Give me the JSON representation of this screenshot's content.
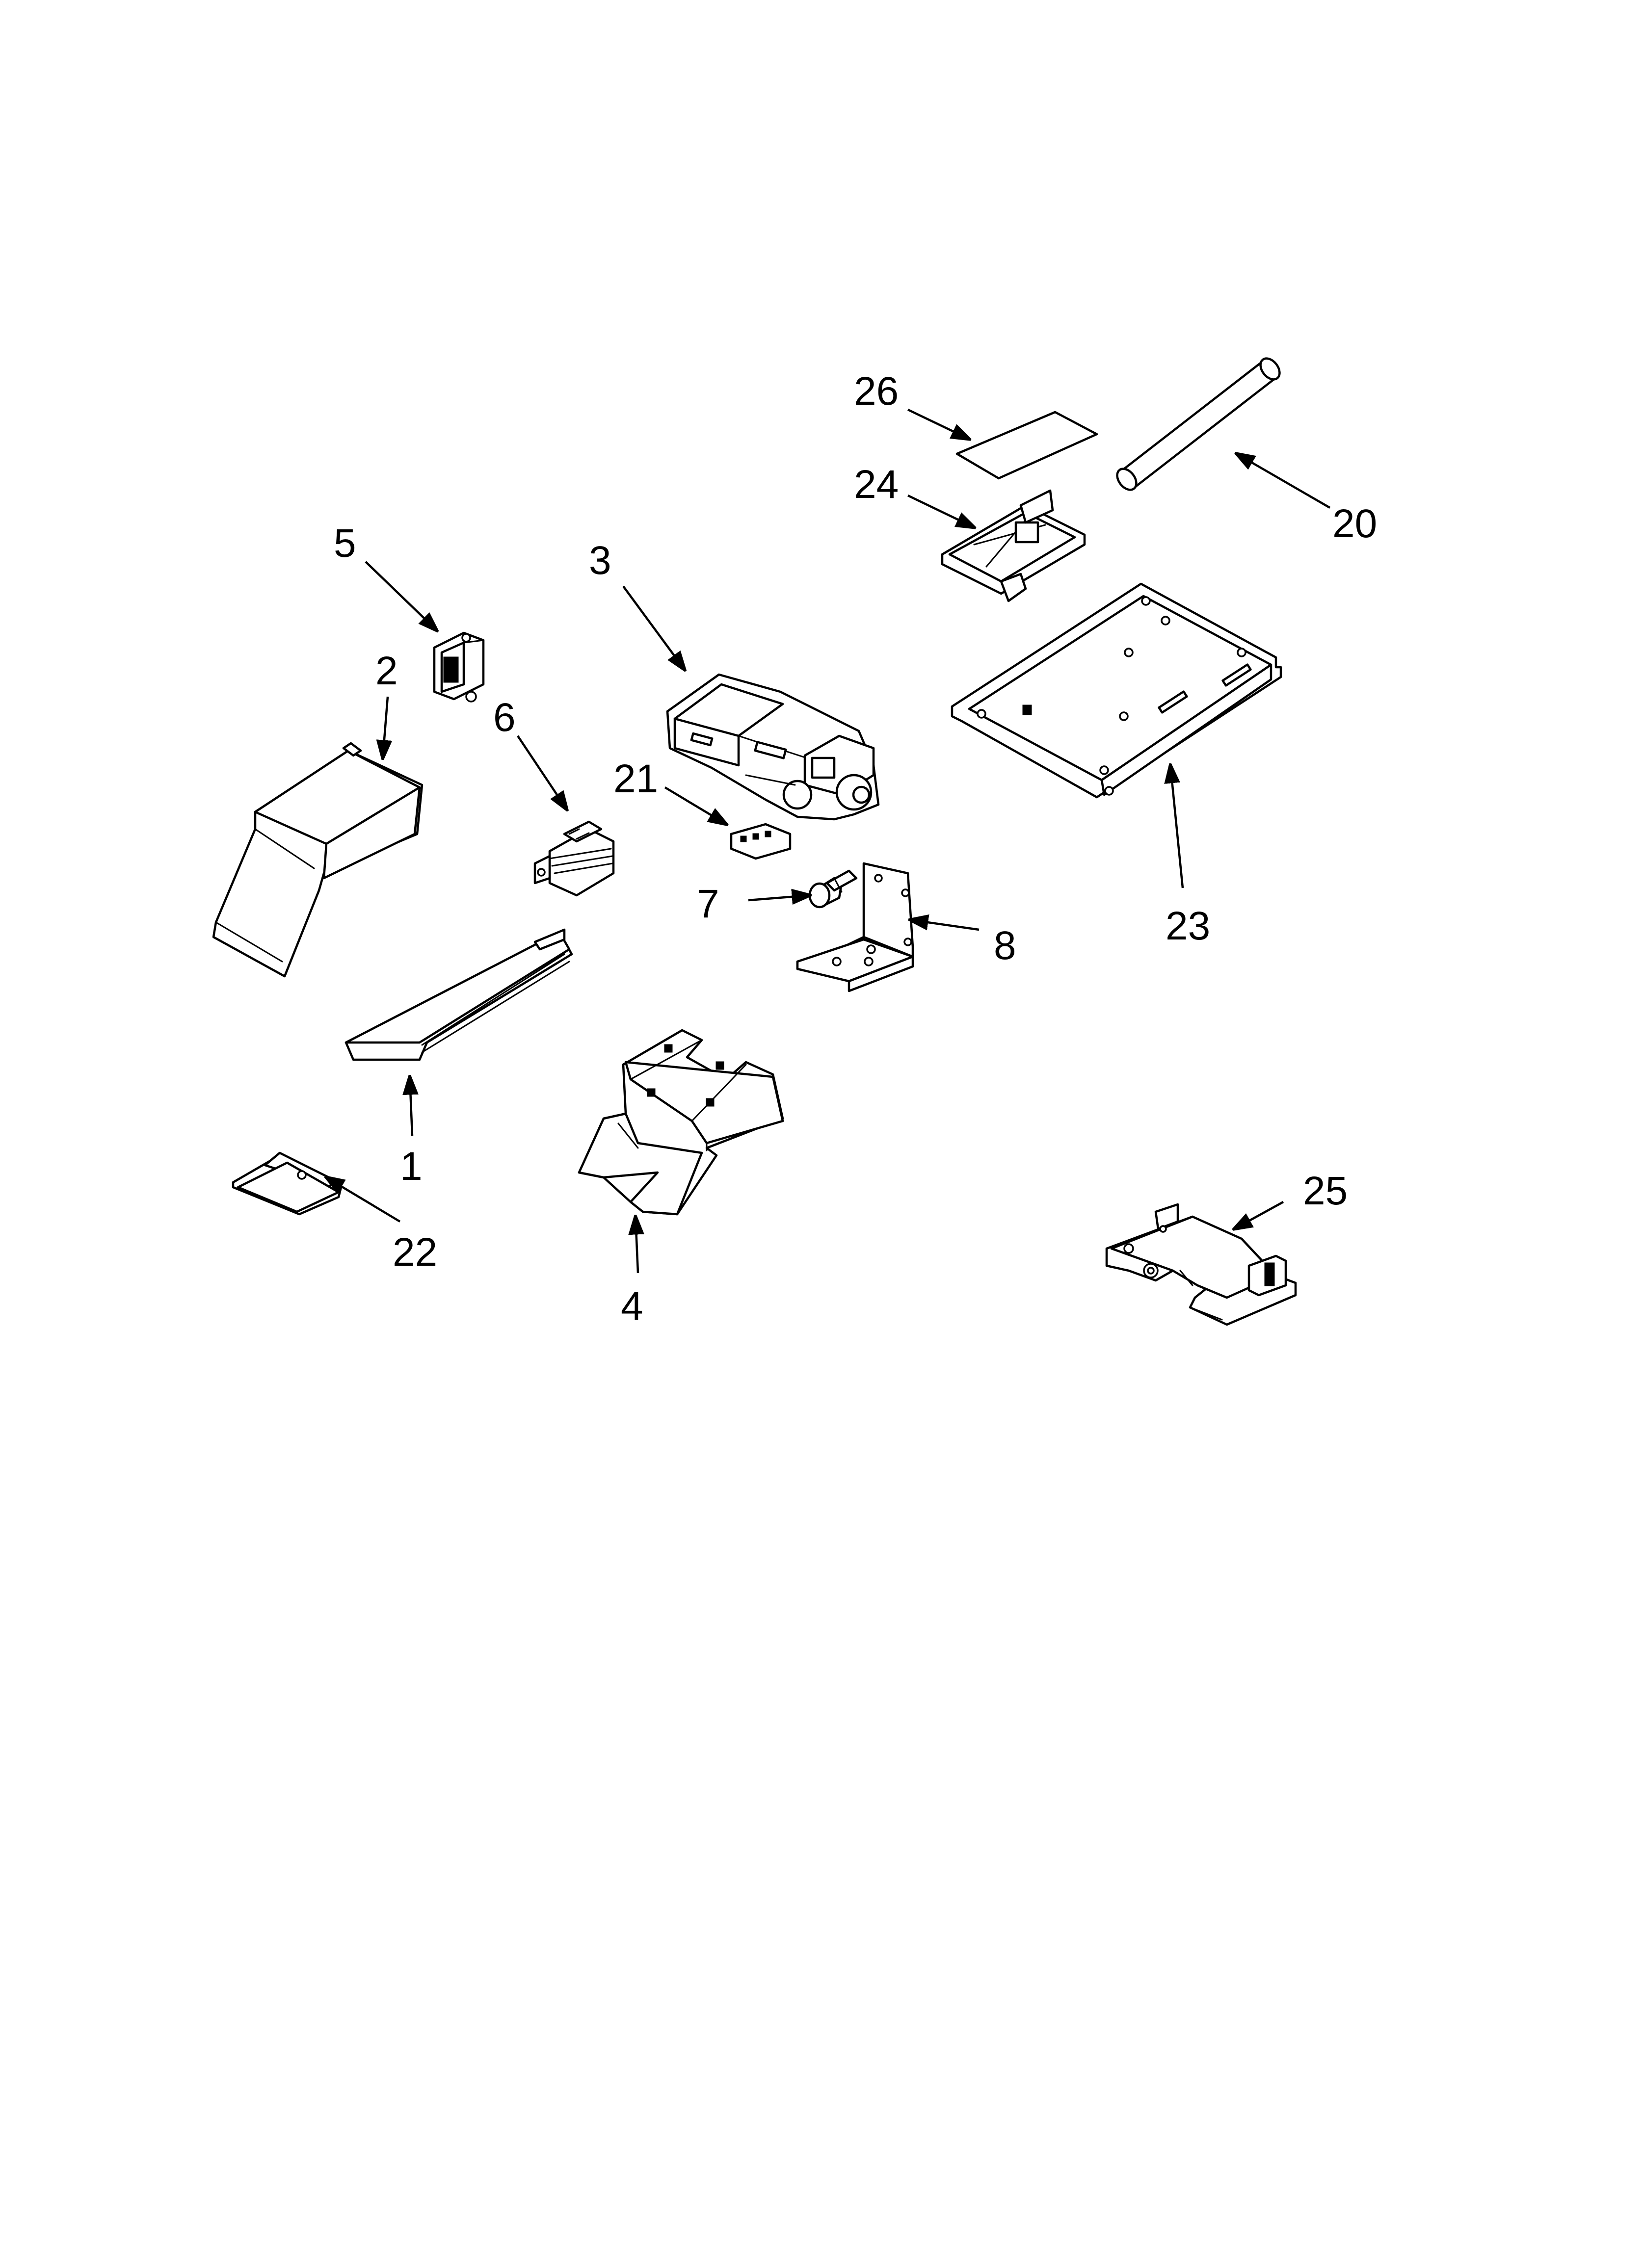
{
  "diagram": {
    "callouts": [
      {
        "id": "26",
        "label": "26"
      },
      {
        "id": "24",
        "label": "24"
      },
      {
        "id": "20",
        "label": "20"
      },
      {
        "id": "5",
        "label": "5"
      },
      {
        "id": "3",
        "label": "3"
      },
      {
        "id": "2",
        "label": "2"
      },
      {
        "id": "6",
        "label": "6"
      },
      {
        "id": "21",
        "label": "21"
      },
      {
        "id": "7",
        "label": "7"
      },
      {
        "id": "8",
        "label": "8"
      },
      {
        "id": "23",
        "label": "23"
      },
      {
        "id": "1",
        "label": "1"
      },
      {
        "id": "22",
        "label": "22"
      },
      {
        "id": "4",
        "label": "4"
      },
      {
        "id": "25",
        "label": "25"
      }
    ]
  }
}
